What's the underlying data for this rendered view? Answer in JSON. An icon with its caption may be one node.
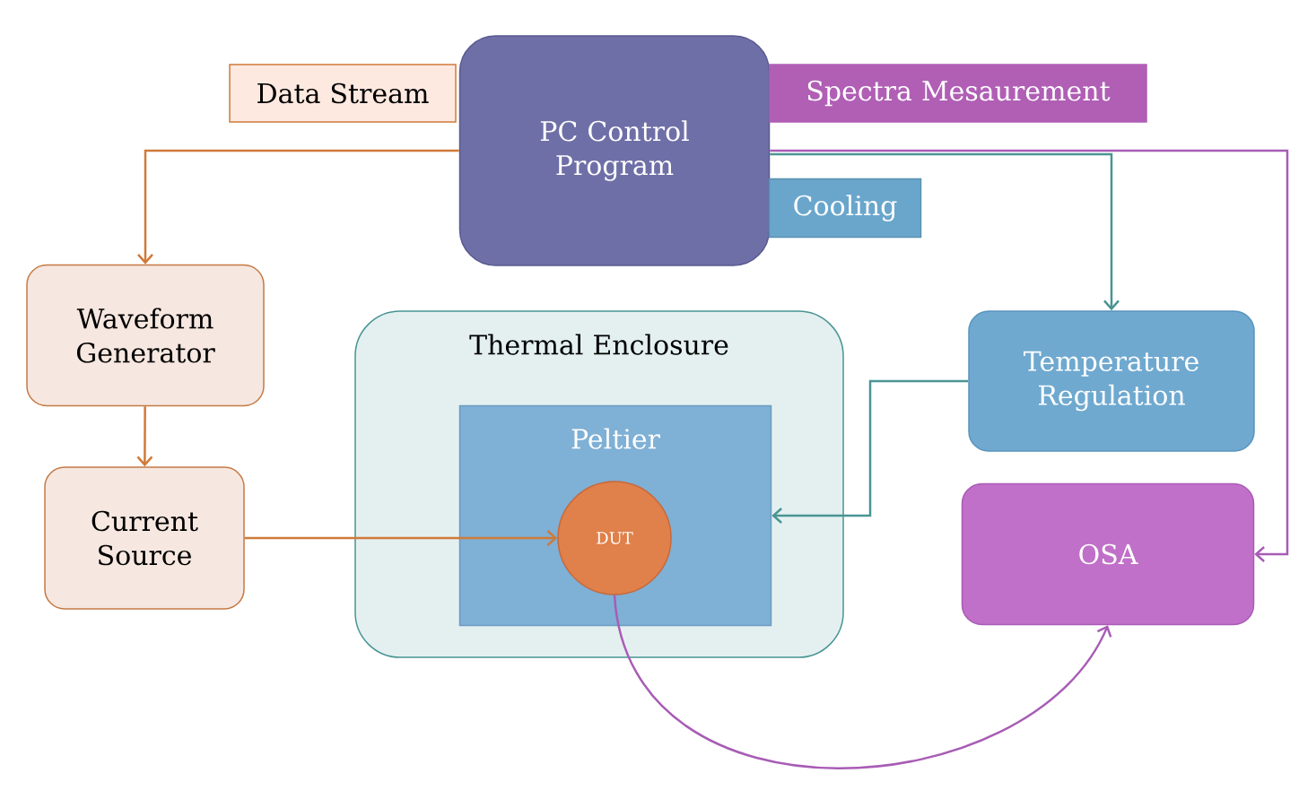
{
  "diagram": {
    "nodes": [
      {
        "text": [
          "PC Control Program"
        ]
      },
      {
        "text": [
          "Data Stream"
        ]
      },
      {
        "text": [
          "Spectra Mesaurement"
        ]
      },
      {
        "text": [
          "Cooling"
        ]
      },
      {
        "text": [
          "Waveform Generator"
        ]
      },
      {
        "text": [
          "Current Source"
        ]
      },
      {
        "text": [
          "Thermal Enclosure"
        ]
      },
      {
        "text": [
          "Peltier"
        ],
        "in": 6
      },
      {
        "text": [
          "DUT"
        ],
        "in": 7
      },
      {
        "text": [
          "Temperature Regulation"
        ]
      },
      {
        "text": [
          "OSA"
        ]
      }
    ],
    "edges": [
      {
        "from": 0,
        "to": 4,
        "arrow": "to"
      },
      {
        "from": 4,
        "to": 5,
        "arrow": "to"
      },
      {
        "from": 5,
        "to": 8,
        "arrow": "to"
      },
      {
        "from": 0,
        "to": 9,
        "arrow": "to",
        "color": "#4a9494"
      },
      {
        "from": 9,
        "to": 7,
        "arrow": "to",
        "color": "#4a9494"
      },
      {
        "from": 0,
        "to": 10,
        "arrow": "to",
        "color": "#a85cb5"
      },
      {
        "from": 8,
        "to": 10,
        "arrow": "to",
        "color": "#a85cb5"
      }
    ]
  }
}
